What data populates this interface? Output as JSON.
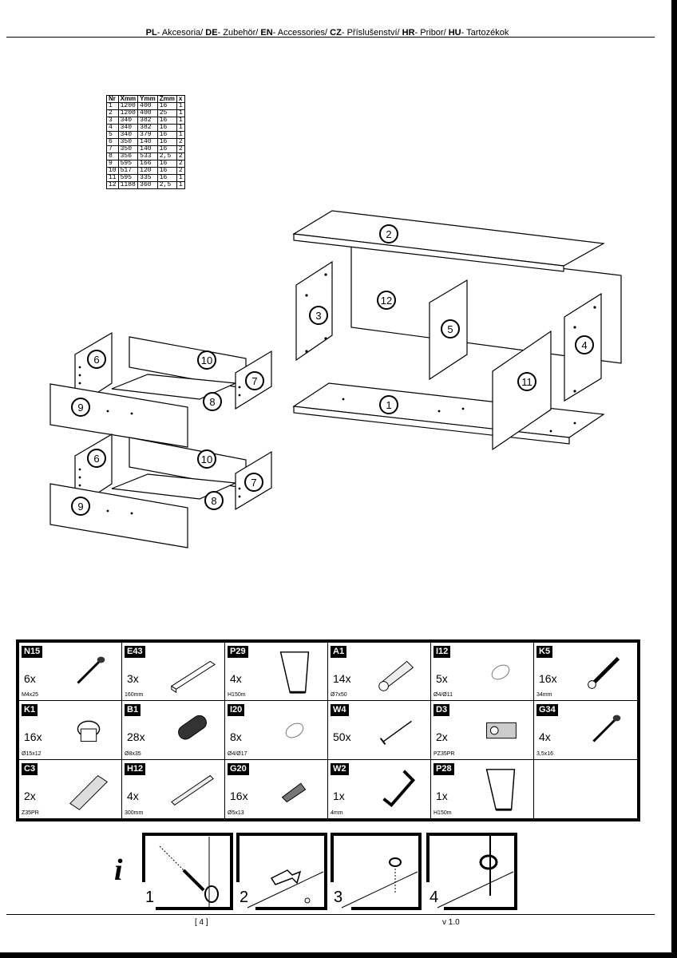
{
  "header": {
    "segments": [
      {
        "code": "PL",
        "text": "- Akcesoria/ "
      },
      {
        "code": "DE",
        "text": "- Zubehör/ "
      },
      {
        "code": "EN",
        "text": "- Accessories/ "
      },
      {
        "code": "CZ",
        "text": "- Příslušenství/ "
      },
      {
        "code": "HR",
        "text": "- Pribor/ "
      },
      {
        "code": "HU",
        "text": "- Tartozékok"
      }
    ]
  },
  "parts_table": {
    "headers": [
      "Nr",
      "Xmm",
      "Ymm",
      "Zmm",
      "x"
    ],
    "rows": [
      [
        "1",
        "1200",
        "400",
        "16",
        "1"
      ],
      [
        "2",
        "1200",
        "400",
        "25",
        "1"
      ],
      [
        "3",
        "340",
        "382",
        "16",
        "1"
      ],
      [
        "4",
        "340",
        "382",
        "16",
        "1"
      ],
      [
        "5",
        "340",
        "379",
        "16",
        "1"
      ],
      [
        "6",
        "350",
        "140",
        "16",
        "2"
      ],
      [
        "7",
        "350",
        "140",
        "16",
        "2"
      ],
      [
        "8",
        "356",
        "533",
        "2,5",
        "2"
      ],
      [
        "9",
        "595",
        "166",
        "16",
        "2"
      ],
      [
        "10",
        "517",
        "120",
        "16",
        "2"
      ],
      [
        "11",
        "595",
        "335",
        "16",
        "1"
      ],
      [
        "12",
        "1188",
        "360",
        "2,5",
        "1"
      ]
    ]
  },
  "diagram_labels": {
    "p1": "1",
    "p2": "2",
    "p3": "3",
    "p4": "4",
    "p5": "5",
    "p11": "11",
    "p12": "12",
    "d1_6": "6",
    "d1_7": "7",
    "d1_8": "8",
    "d1_9": "9",
    "d1_10": "10",
    "d2_6": "6",
    "d2_7": "7",
    "d2_8": "8",
    "d2_9": "9",
    "d2_10": "10"
  },
  "accessories": [
    {
      "code": "N15",
      "qty": "6x",
      "spec": "M4x25",
      "icon": "screw"
    },
    {
      "code": "E43",
      "qty": "3x",
      "spec": "160mm",
      "icon": "rail"
    },
    {
      "code": "P29",
      "qty": "4x",
      "spec": "H150m",
      "icon": "leg"
    },
    {
      "code": "A1",
      "qty": "14x",
      "spec": "Ø7x50",
      "icon": "wall-plug"
    },
    {
      "code": "I12",
      "qty": "5x",
      "spec": "Ø4/Ø11",
      "icon": "ring"
    },
    {
      "code": "K5",
      "qty": "16x",
      "spec": "34mm",
      "icon": "connector-bolt"
    },
    {
      "code": "K1",
      "qty": "16x",
      "spec": "Ø15x12",
      "icon": "cam-lock"
    },
    {
      "code": "B1",
      "qty": "28x",
      "spec": "Ø8x35",
      "icon": "dowel"
    },
    {
      "code": "I20",
      "qty": "8x",
      "spec": "Ø4/Ø17",
      "icon": "ring"
    },
    {
      "code": "W4",
      "qty": "50x",
      "spec": "",
      "icon": "nail"
    },
    {
      "code": "D3",
      "qty": "2x",
      "spec": "PZ35PR",
      "icon": "hinge"
    },
    {
      "code": "G34",
      "qty": "4x",
      "spec": "3,5x16",
      "icon": "screw"
    },
    {
      "code": "C3",
      "qty": "2x",
      "spec": "Z35PR",
      "icon": "hinge-plate"
    },
    {
      "code": "H12",
      "qty": "4x",
      "spec": "300mm",
      "icon": "drawer-slide"
    },
    {
      "code": "G20",
      "qty": "16x",
      "spec": "Ø5x13",
      "icon": "small-plug"
    },
    {
      "code": "W2",
      "qty": "1x",
      "spec": "4mm",
      "icon": "allen-key"
    },
    {
      "code": "P28",
      "qty": "1x",
      "spec": "H150m",
      "icon": "leg"
    },
    {
      "code": "",
      "qty": "",
      "spec": "",
      "icon": ""
    }
  ],
  "steps": {
    "i": "i",
    "s1": "1",
    "s2": "2",
    "s3": "3",
    "s4": "4"
  },
  "footer": {
    "page": "[ 4 ]",
    "version": "v 1.0"
  }
}
